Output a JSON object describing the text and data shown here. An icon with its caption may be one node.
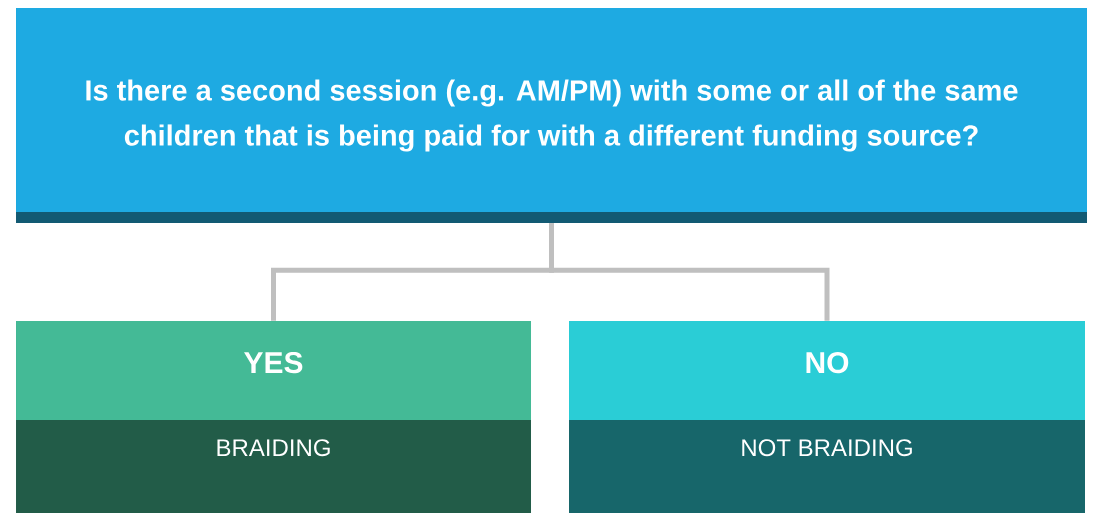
{
  "diagram": {
    "nodes": [
      {
        "text": [
          "Is there a second session (e.g. AM/PM) with some or all of the same children that is being paid for with a different funding source?"
        ]
      },
      {
        "text": [
          "YES",
          "BRAIDING"
        ]
      },
      {
        "text": [
          "NO",
          "NOT BRAIDING"
        ]
      }
    ],
    "edges": [
      {
        "from": 0,
        "to": 1,
        "arrow": "none"
      },
      {
        "from": 0,
        "to": 2,
        "arrow": "none"
      }
    ]
  }
}
